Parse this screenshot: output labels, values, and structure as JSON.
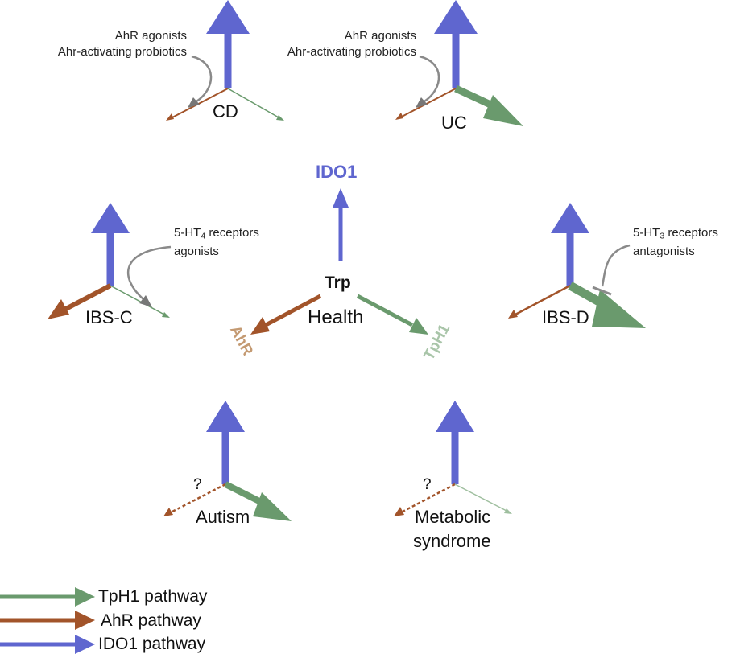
{
  "colors": {
    "tph1": "#6a9a6d",
    "ahr": "#a2542a",
    "ido1": "#5f66cf",
    "ahr_label": "#c49a72",
    "tph1_label": "#a9c5a9",
    "note_curve": "#8a8a8a"
  },
  "center": {
    "trp": "Trp",
    "health": "Health",
    "ido1": "IDO1",
    "ahr": "AhR",
    "tph1": "TpH1"
  },
  "panels": {
    "cd": {
      "label": "CD",
      "note_line1": "AhR agonists",
      "note_line2": "Ahr-activating probiotics"
    },
    "uc": {
      "label": "UC",
      "note_line1": "AhR agonists",
      "note_line2": "Ahr-activating probiotics"
    },
    "ibs_c": {
      "label": "IBS-C",
      "note_line1_pre": "5-HT",
      "note_line1_sub": "4",
      "note_line1_post": " receptors",
      "note_line2": "agonists"
    },
    "ibs_d": {
      "label": "IBS-D",
      "note_line1_pre": "5-HT",
      "note_line1_sub": "3",
      "note_line1_post": " receptors",
      "note_line2": "antagonists"
    },
    "autism": {
      "label": "Autism",
      "question": "?"
    },
    "metabolic": {
      "label_line1": "Metabolic",
      "label_line2": "syndrome",
      "question": "?"
    }
  },
  "legend": {
    "tph1": "TpH1 pathway",
    "ahr": "AhR pathway",
    "ido1": "IDO1 pathway"
  }
}
